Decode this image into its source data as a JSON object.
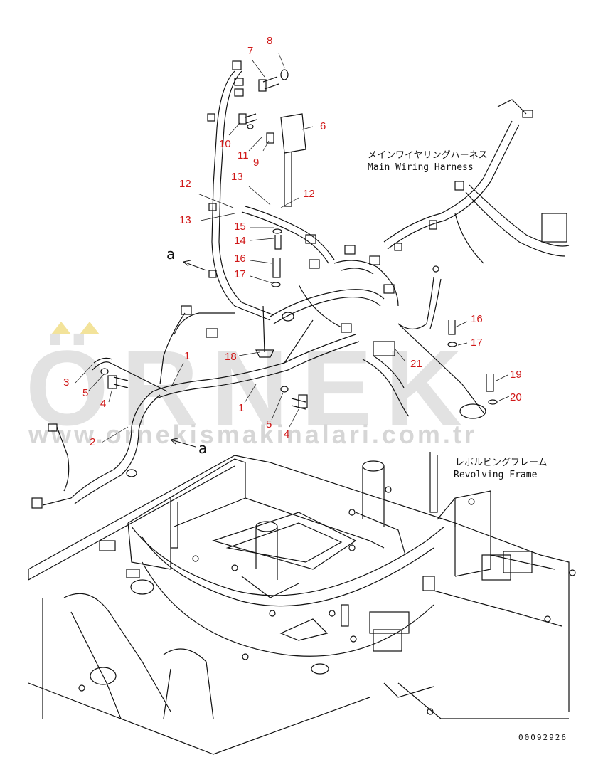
{
  "watermark": {
    "brand": "ÖRNEK",
    "url": "www.ornekismakinalari.com.tr"
  },
  "labels": {
    "main_harness_jp": "メインワイヤリングハーネス",
    "main_harness_en": "Main Wiring Harness",
    "revolving_frame_jp": "レボルビングフレーム",
    "revolving_frame_en": "Revolving Frame",
    "view_a_top": "a",
    "view_a_bottom": "a",
    "doc_id": "00092926"
  },
  "callouts": [
    {
      "id": "c8",
      "text": "8"
    },
    {
      "id": "c7",
      "text": "7"
    },
    {
      "id": "c6",
      "text": "6"
    },
    {
      "id": "c10",
      "text": "10"
    },
    {
      "id": "c11",
      "text": "11"
    },
    {
      "id": "c9",
      "text": "9"
    },
    {
      "id": "c13a",
      "text": "13"
    },
    {
      "id": "c12a",
      "text": "12"
    },
    {
      "id": "c12b",
      "text": "12"
    },
    {
      "id": "c13b",
      "text": "13"
    },
    {
      "id": "c15",
      "text": "15"
    },
    {
      "id": "c14",
      "text": "14"
    },
    {
      "id": "c16a",
      "text": "16"
    },
    {
      "id": "c17a",
      "text": "17"
    },
    {
      "id": "c18",
      "text": "18"
    },
    {
      "id": "c1a",
      "text": "1"
    },
    {
      "id": "c3",
      "text": "3"
    },
    {
      "id": "c5a",
      "text": "5"
    },
    {
      "id": "c4a",
      "text": "4"
    },
    {
      "id": "c2",
      "text": "2"
    },
    {
      "id": "c1b",
      "text": "1"
    },
    {
      "id": "c5b",
      "text": "5"
    },
    {
      "id": "c4b",
      "text": "4"
    },
    {
      "id": "c16b",
      "text": "16"
    },
    {
      "id": "c17b",
      "text": "17"
    },
    {
      "id": "c21",
      "text": "21"
    },
    {
      "id": "c19",
      "text": "19"
    },
    {
      "id": "c20",
      "text": "20"
    }
  ]
}
